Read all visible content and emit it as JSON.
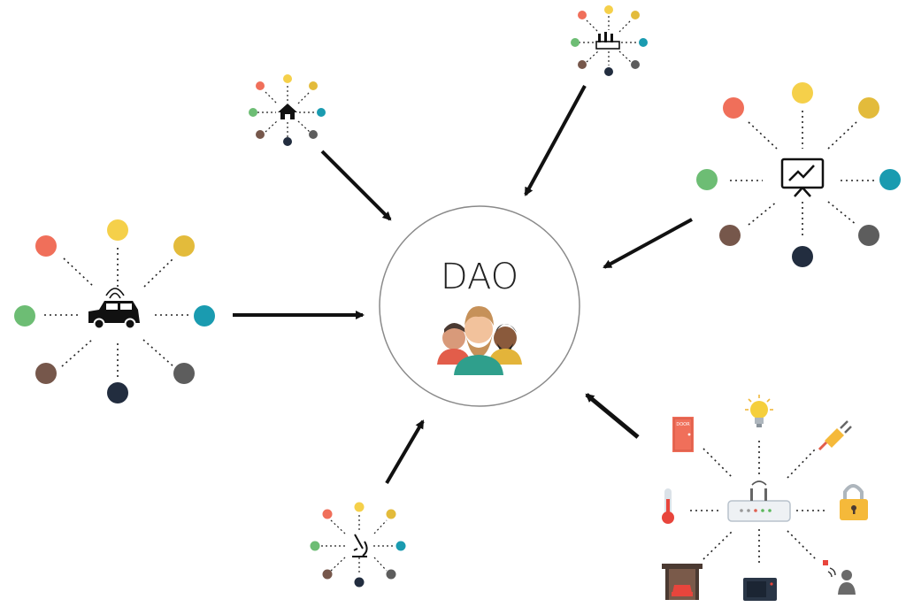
{
  "center": {
    "label": "DAO",
    "icon": "people-group-icon"
  },
  "palette": {
    "red": "#f06f5a",
    "yellow": "#f5d04a",
    "gold": "#e3bb3b",
    "teal": "#1a9bb0",
    "gray": "#5d5d5d",
    "navy": "#222d3f",
    "brown": "#76574b",
    "green": "#6dbd74",
    "arrow": "#111111",
    "circle": "#888888"
  },
  "nodes": [
    {
      "name": "car",
      "icon": "connected-car-icon"
    },
    {
      "name": "home",
      "icon": "home-icon"
    },
    {
      "name": "factory",
      "icon": "factory-icon"
    },
    {
      "name": "presentation",
      "icon": "presentation-board-icon"
    },
    {
      "name": "lab",
      "icon": "microscope-icon"
    },
    {
      "name": "iot-router",
      "icon": "router-icon",
      "devices": [
        "door-icon",
        "lightbulb-icon",
        "plug-icon",
        "thermometer-icon",
        "padlock-icon",
        "garage-icon",
        "speaker-icon",
        "person-sensor-icon"
      ]
    }
  ],
  "door_text": "DOOR"
}
